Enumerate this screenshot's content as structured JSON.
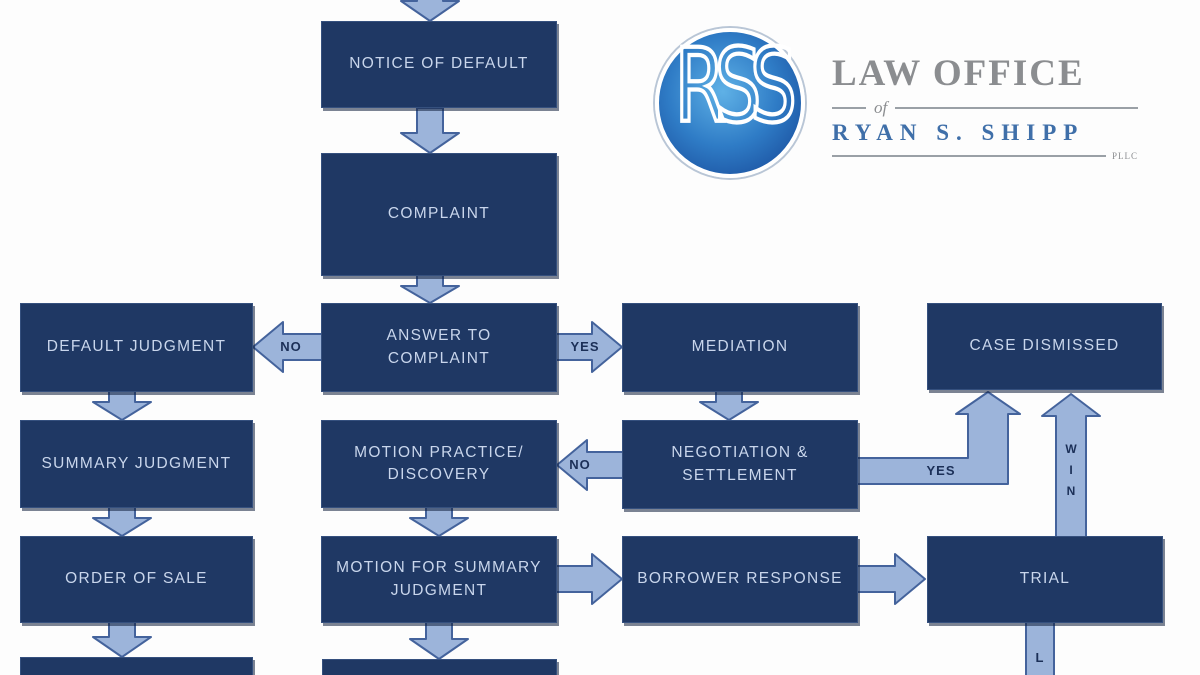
{
  "logo": {
    "monogram": "RSS",
    "title": "LAW OFFICE",
    "of_word": "of",
    "name": "RYAN S. SHIPP",
    "suffix": "PLLC"
  },
  "flowchart": {
    "nodes": {
      "notice_of_default": "NOTICE OF DEFAULT",
      "complaint": "COMPLAINT",
      "answer_to_complaint": "ANSWER TO COMPLAINT",
      "default_judgment": "DEFAULT JUDGMENT",
      "summary_judgment": "SUMMARY JUDGMENT",
      "order_of_sale": "ORDER OF SALE",
      "mediation": "MEDIATION",
      "negotiation_settlement": "NEGOTIATION & SETTLEMENT",
      "motion_practice_discovery": "MOTION PRACTICE/ DISCOVERY",
      "motion_for_summary_judgment": "MOTION FOR SUMMARY JUDGMENT",
      "case_dismissed": "CASE DISMISSED",
      "borrower_response": "BORROWER RESPONSE",
      "trial": "TRIAL"
    },
    "arrow_labels": {
      "answer_no": "NO",
      "answer_yes": "YES",
      "settlement_no": "NO",
      "settlement_yes": "YES",
      "trial_win": "WIN",
      "trial_lose_partial": "L"
    },
    "colors": {
      "box_fill": "#1f3864",
      "box_text": "#c9d6ec",
      "arrow_fill": "#9cb4da",
      "arrow_stroke": "#44639c",
      "arrow_label": "#1b2f57"
    }
  }
}
